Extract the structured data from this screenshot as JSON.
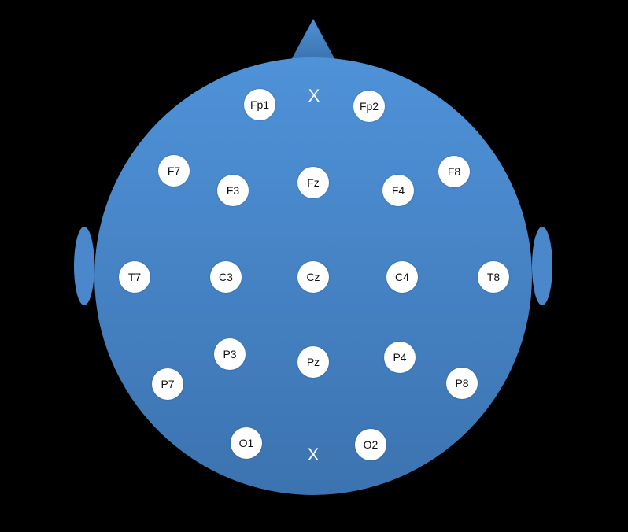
{
  "colors": {
    "background": "#000000",
    "head_top": "#4f92d8",
    "head_bottom": "#3c73b0",
    "electrode_fill": "#ffffff",
    "electrode_text": "#111111",
    "marker": "#ffffff"
  },
  "diagram": {
    "electrodes": [
      {
        "label": "Fp1"
      },
      {
        "label": "Fp2"
      },
      {
        "label": "F7"
      },
      {
        "label": "F3"
      },
      {
        "label": "Fz"
      },
      {
        "label": "F4"
      },
      {
        "label": "F8"
      },
      {
        "label": "T7"
      },
      {
        "label": "C3"
      },
      {
        "label": "Cz"
      },
      {
        "label": "C4"
      },
      {
        "label": "T8"
      },
      {
        "label": "P3"
      },
      {
        "label": "Pz"
      },
      {
        "label": "P4"
      },
      {
        "label": "P7"
      },
      {
        "label": "P8"
      },
      {
        "label": "O1"
      },
      {
        "label": "O2"
      }
    ],
    "markers": [
      {
        "label": "X",
        "name": "nasion-marker"
      },
      {
        "label": "X",
        "name": "inion-marker"
      }
    ]
  }
}
